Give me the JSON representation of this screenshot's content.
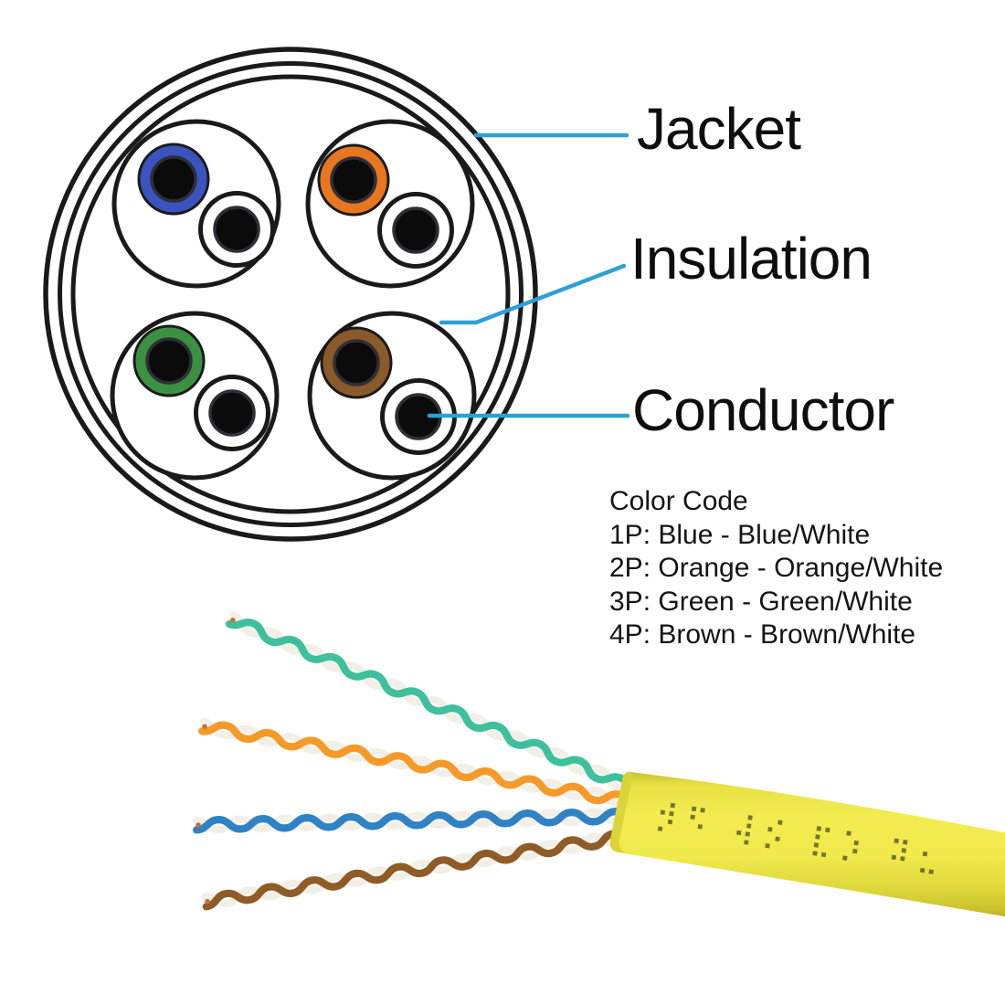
{
  "diagram": {
    "callouts": {
      "jacket": "Jacket",
      "insulation": "Insulation",
      "conductor": "Conductor"
    },
    "leader_hex": "#2e9fd8",
    "ink_hex": "#1a1a1a",
    "cross_section": {
      "insulation_hex": "#ffffff",
      "conductor_hex": "#0b0b0b",
      "conductor_ring_hex": "#2e2e36",
      "pairs": [
        {
          "pair": "1P",
          "color": "blue",
          "hex": "#3b53be"
        },
        {
          "pair": "2P",
          "color": "orange",
          "hex": "#e8761f"
        },
        {
          "pair": "3P",
          "color": "green",
          "hex": "#3a9142"
        },
        {
          "pair": "4P",
          "color": "brown",
          "hex": "#8a5a28"
        }
      ]
    }
  },
  "color_code": {
    "title": "Color Code",
    "entries": [
      "1P: Blue - Blue/White",
      "2P: Orange - Orange/White",
      "3P: Green - Green/White",
      "4P: Brown - Brown/White"
    ]
  },
  "cable_photo": {
    "jacket_hex": "#f2ec52",
    "jacket_edge_hex": "#c9c12c",
    "print_hex": "#54561f",
    "jacket_print": "⡺⠫   ⢼⡪   ⣏⡱   ⠽⣂",
    "white_wire_hex": "#f2efe6",
    "copper_hex": "#c4713b",
    "pairs": [
      {
        "name": "green",
        "hex": "#3fc09c"
      },
      {
        "name": "orange",
        "hex": "#f59a28"
      },
      {
        "name": "blue",
        "hex": "#2f83c5"
      },
      {
        "name": "brown",
        "hex": "#8f5b26"
      }
    ]
  }
}
